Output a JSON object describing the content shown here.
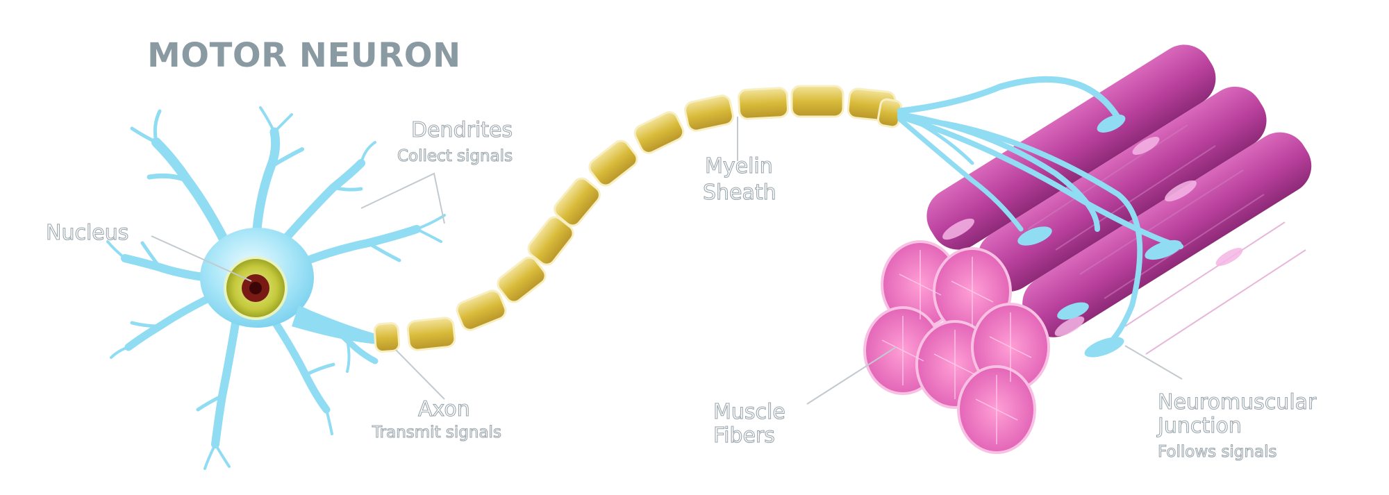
{
  "title": "MOTOR NEURON",
  "labels": {
    "nucleus": "Nucleus",
    "dendrites": "Dendrites",
    "dendrites_desc": "Collect signals",
    "myelin_line1": "Myelin",
    "myelin_line2": "Sheath",
    "axon": "Axon",
    "axon_desc": "Transmit signals",
    "muscle_line1": "Muscle",
    "muscle_line2": "Fibers",
    "nmj_line1": "Neuromuscular",
    "nmj_line2": "Junction",
    "nmj_desc": "Follows signals"
  },
  "colors": {
    "neuron": "#8fdcf3",
    "nucleus": "#b8c22a",
    "nucleolus": "#5a0c0c",
    "myelin": "#e3c84c",
    "muscle": "#c24fa8",
    "muscle_end": "#f07bc4",
    "label": "#a9b4ba",
    "title": "#8a9aa2"
  }
}
